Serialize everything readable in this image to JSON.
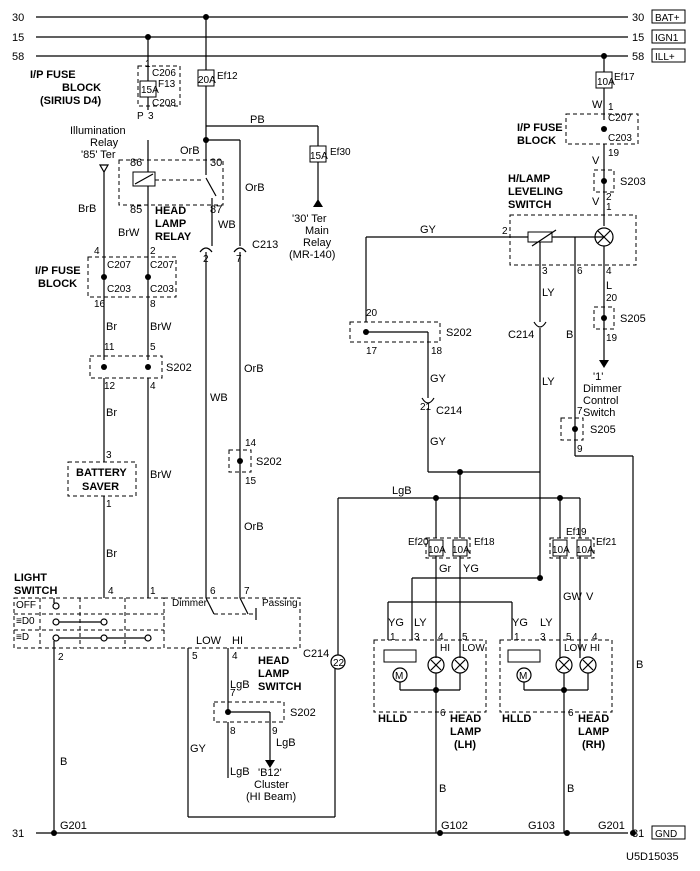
{
  "rails": {
    "bat_num": "30",
    "bat_tag": "BAT+",
    "ign_num": "15",
    "ign_tag": "IGN1",
    "ill_num": "58",
    "ill_tag": "ILL+",
    "gnd_num": "31",
    "gnd_tag": "GND"
  },
  "ipfuse_top": {
    "title1": "I/P FUSE",
    "title2": "BLOCK",
    "title3": "(SIRIUS D4)",
    "c206": "C206",
    "f13": "F13",
    "amp": "15A",
    "c208": "C208",
    "pin1": "1",
    "pin3": "3",
    "wire_p": "P"
  },
  "fuses": {
    "ef12": "Ef12",
    "ef12_amp": "20A",
    "ef30": "Ef30",
    "ef30_amp": "15A",
    "ef17": "Ef17",
    "ef17_amp": "10A",
    "ef20": "Ef20",
    "ef20_amp": "10A",
    "ef18": "Ef18",
    "ef18_amp": "10A",
    "ef19": "Ef19",
    "ef19_amp": "10A",
    "ef21": "Ef21",
    "ef21_amp": "10A"
  },
  "illum": {
    "l1": "Illumination",
    "l2": "Relay",
    "l3": "'85' Ter"
  },
  "relay": {
    "t1": "HEAD",
    "t2": "LAMP",
    "t3": "RELAY",
    "p86": "86",
    "p30": "30",
    "p85": "85",
    "p87": "87",
    "orb": "OrB"
  },
  "main_relay": {
    "l1": "'30' Ter",
    "l2": "Main",
    "l3": "Relay",
    "l4": "(MR-140)"
  },
  "wires": {
    "pb": "PB",
    "orb": "OrB",
    "wb": "WB",
    "brb": "BrB",
    "brw": "BrW",
    "br": "Br",
    "gy": "GY",
    "ly": "LY",
    "lgb": "LgB",
    "b": "B",
    "w": "W",
    "v": "V",
    "l": "L",
    "gr": "Gr",
    "yg": "YG",
    "gw": "GW"
  },
  "connectors": {
    "c213": "C213",
    "c207": "C207",
    "c203": "C203",
    "s202": "S202",
    "c214": "C214",
    "s203": "S203",
    "s205": "S205"
  },
  "ipfuse_mid": {
    "t1": "I/P FUSE",
    "t2": "BLOCK"
  },
  "ipfuse_right": {
    "t1": "I/P FUSE",
    "t2": "BLOCK"
  },
  "leveling": {
    "t1": "H/LAMP",
    "t2": "LEVELING",
    "t3": "SWITCH"
  },
  "dimmer": {
    "l1": "'1'",
    "l2": "Dimmer",
    "l3": "Control",
    "l4": "Switch"
  },
  "battery_saver": {
    "t1": "BATTERY",
    "t2": "SAVER"
  },
  "light_switch": {
    "t1": "LIGHT",
    "t2": "SWITCH",
    "off": "OFF",
    "pos": "≡D0",
    "head": "≡D",
    "p4": "4",
    "p1": "1",
    "p2": "2"
  },
  "hl_switch": {
    "t1": "HEAD",
    "t2": "LAMP",
    "t3": "SWITCH",
    "dimmer": "Dimmer",
    "passing": "Passing",
    "low": "LOW",
    "hi": "HI",
    "p6": "6",
    "p7": "7",
    "p5": "5",
    "p4": "4"
  },
  "cluster": {
    "l1": "'B12'",
    "l2": "Cluster",
    "l3": "(HI Beam)"
  },
  "lamp_lh": {
    "hlld": "HLLD",
    "t1": "HEAD",
    "t2": "LAMP",
    "t3": "(LH)",
    "low": "LOW",
    "hi": "HI"
  },
  "lamp_rh": {
    "hlld": "HLLD",
    "t1": "HEAD",
    "t2": "LAMP",
    "t3": "(RH)",
    "low": "LOW",
    "hi": "HI"
  },
  "grounds": {
    "g201": "G201",
    "g102": "G102",
    "g103": "G103"
  },
  "doc_code": "U5D15035"
}
